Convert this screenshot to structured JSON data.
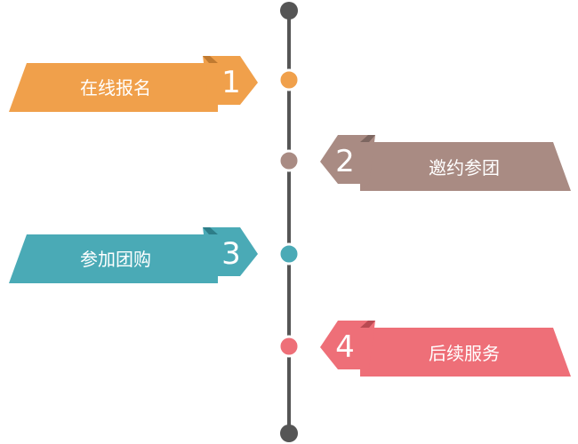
{
  "steps": [
    {
      "number": "1",
      "label": "在线报名",
      "side": "left",
      "color": "#f0a04b",
      "dark": "#c07a30"
    },
    {
      "number": "2",
      "label": "邀约参团",
      "side": "right",
      "color": "#a98b83",
      "dark": "#7d6660"
    },
    {
      "number": "3",
      "label": "参加团购",
      "side": "left",
      "color": "#4aaab6",
      "dark": "#2d7d88"
    },
    {
      "number": "4",
      "label": "后续服务",
      "side": "right",
      "color": "#ee6f78",
      "dark": "#b94a52"
    }
  ],
  "timeline_color": "#555555"
}
